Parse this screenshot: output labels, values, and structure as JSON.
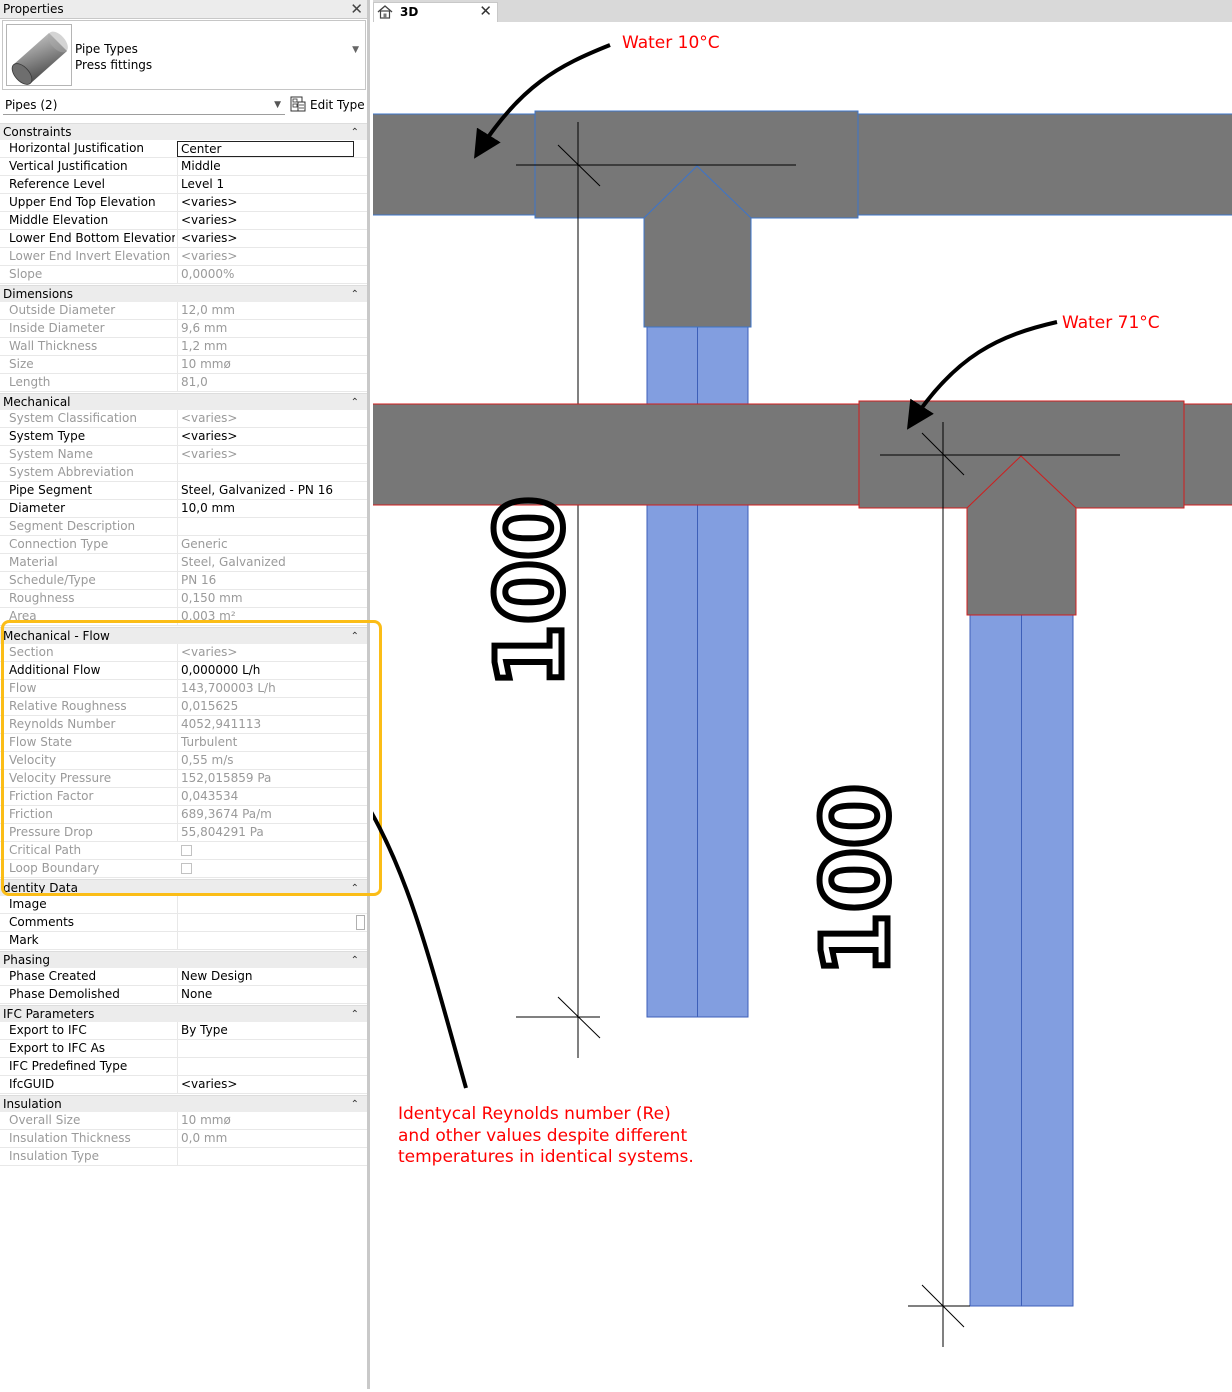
{
  "palette": {
    "title": "Properties",
    "close_icon": "close-icon"
  },
  "type_selector": {
    "line1": "Pipe Types",
    "line2": "Press fittings"
  },
  "filter": {
    "label": "Pipes (2)",
    "edit_type": "Edit Type"
  },
  "groups": [
    {
      "name": "Constraints",
      "rows": [
        {
          "k": "Horizontal Justification",
          "v": "Center",
          "boxed": true
        },
        {
          "k": "Vertical Justification",
          "v": "Middle"
        },
        {
          "k": "Reference Level",
          "v": "Level 1"
        },
        {
          "k": "Upper End Top Elevation",
          "v": "<varies>"
        },
        {
          "k": "Middle Elevation",
          "v": "<varies>"
        },
        {
          "k": "Lower End Bottom Elevation",
          "v": "<varies>"
        },
        {
          "k": "Lower End Invert Elevation",
          "v": "<varies>",
          "dim": true
        },
        {
          "k": "Slope",
          "v": "0,0000%",
          "dim": true
        }
      ]
    },
    {
      "name": "Dimensions",
      "rows": [
        {
          "k": "Outside Diameter",
          "v": "12,0 mm",
          "dim": true
        },
        {
          "k": "Inside Diameter",
          "v": "9,6 mm",
          "dim": true
        },
        {
          "k": "Wall Thickness",
          "v": "1,2 mm",
          "dim": true
        },
        {
          "k": "Size",
          "v": "10 mmø",
          "dim": true
        },
        {
          "k": "Length",
          "v": "81,0",
          "dim": true
        }
      ]
    },
    {
      "name": "Mechanical",
      "rows": [
        {
          "k": "System Classification",
          "v": "<varies>",
          "dim": true
        },
        {
          "k": "System Type",
          "v": "<varies>"
        },
        {
          "k": "System Name",
          "v": "<varies>",
          "dim": true
        },
        {
          "k": "System Abbreviation",
          "v": "",
          "dim": true
        },
        {
          "k": "Pipe Segment",
          "v": "Steel, Galvanized - PN 16"
        },
        {
          "k": "Diameter",
          "v": "10,0 mm"
        },
        {
          "k": "Segment Description",
          "v": "",
          "dim": true
        },
        {
          "k": "Connection Type",
          "v": "Generic",
          "dim": true
        },
        {
          "k": "Material",
          "v": "Steel, Galvanized",
          "dim": true
        },
        {
          "k": "Schedule/Type",
          "v": "PN 16",
          "dim": true
        },
        {
          "k": "Roughness",
          "v": "0,150 mm",
          "dim": true
        },
        {
          "k": "Area",
          "v": "0,003 m²",
          "dim": true
        }
      ]
    },
    {
      "name": "Mechanical - Flow",
      "rows": [
        {
          "k": "Section",
          "v": "<varies>",
          "dim": true
        },
        {
          "k": "Additional Flow",
          "v": "0,000000 L/h"
        },
        {
          "k": "Flow",
          "v": "143,700003 L/h",
          "dim": true
        },
        {
          "k": "Relative Roughness",
          "v": "0,015625",
          "dim": true
        },
        {
          "k": "Reynolds Number",
          "v": "4052,941113",
          "dim": true
        },
        {
          "k": "Flow State",
          "v": "Turbulent",
          "dim": true
        },
        {
          "k": "Velocity",
          "v": "0,55 m/s",
          "dim": true
        },
        {
          "k": "Velocity Pressure",
          "v": "152,015859 Pa",
          "dim": true
        },
        {
          "k": "Friction Factor",
          "v": "0,043534",
          "dim": true
        },
        {
          "k": "Friction",
          "v": "689,3674 Pa/m",
          "dim": true
        },
        {
          "k": "Pressure Drop",
          "v": "55,804291 Pa",
          "dim": true
        },
        {
          "k": "Critical Path",
          "v": "",
          "dim": true,
          "checkbox": true
        },
        {
          "k": "Loop Boundary",
          "v": "",
          "dim": true,
          "checkbox": true
        }
      ]
    },
    {
      "name": "dentity Data",
      "rows": [
        {
          "k": "Image",
          "v": ""
        },
        {
          "k": "Comments",
          "v": "",
          "textbtn": true
        },
        {
          "k": "Mark",
          "v": ""
        }
      ]
    },
    {
      "name": "Phasing",
      "rows": [
        {
          "k": "Phase Created",
          "v": "New Design"
        },
        {
          "k": "Phase Demolished",
          "v": "None"
        }
      ]
    },
    {
      "name": "IFC Parameters",
      "rows": [
        {
          "k": "Export to IFC",
          "v": "By Type"
        },
        {
          "k": "Export to IFC As",
          "v": ""
        },
        {
          "k": "IFC Predefined Type",
          "v": ""
        },
        {
          "k": "IfcGUID",
          "v": "<varies>"
        }
      ]
    },
    {
      "name": "Insulation",
      "rows": [
        {
          "k": "Overall Size",
          "v": "10 mmø",
          "dim": true
        },
        {
          "k": "Insulation Thickness",
          "v": "0,0 mm",
          "dim": true
        },
        {
          "k": "Insulation Type",
          "v": "",
          "dim": true
        }
      ]
    }
  ],
  "view": {
    "tab_label": "3D"
  },
  "annotations": {
    "water_cold": "Water 10°C",
    "water_hot": "Water 71°C",
    "dim_a": "100",
    "dim_b": "100",
    "note_lines": [
      "Identycal Reynolds number (Re)",
      "and other values despite different",
      "temperatures in identical systems."
    ]
  },
  "colors": {
    "pipe_gray": "#777777",
    "pipe_blue": "#829ee0",
    "annotation_red": "#ff0000",
    "highlight": "#fbbd17",
    "cold_outline": "#3d74c9",
    "hot_outline": "#d01e1e"
  }
}
